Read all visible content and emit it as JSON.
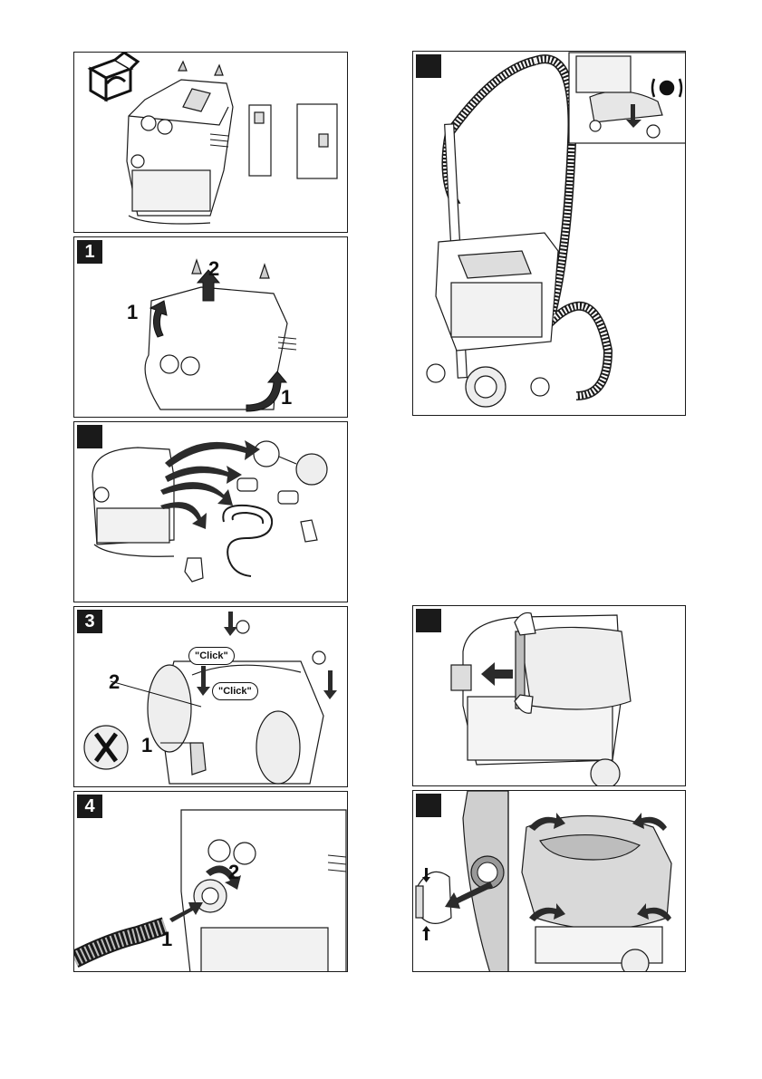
{
  "panels": {
    "unpack": {
      "badge": ""
    },
    "step1": {
      "badge": "1",
      "callout_left": "1",
      "callout_top": "2",
      "callout_right": "1"
    },
    "step2": {
      "badge": ""
    },
    "step3": {
      "badge": "3",
      "callout_2": "2",
      "callout_1": "1",
      "click_1": "\"Click\"",
      "click_2": "\"Click\""
    },
    "step4": {
      "badge": "4",
      "callout_1": "1",
      "callout_2": "2"
    },
    "hose": {
      "badge": ""
    },
    "bag_insert": {
      "badge": ""
    },
    "bag_remove": {
      "badge": ""
    }
  },
  "colors": {
    "line": "#1a1a1a",
    "fill_light": "#eeeeee",
    "fill_mid": "#bdbdbd",
    "fill_dark": "#2b2b2b"
  }
}
